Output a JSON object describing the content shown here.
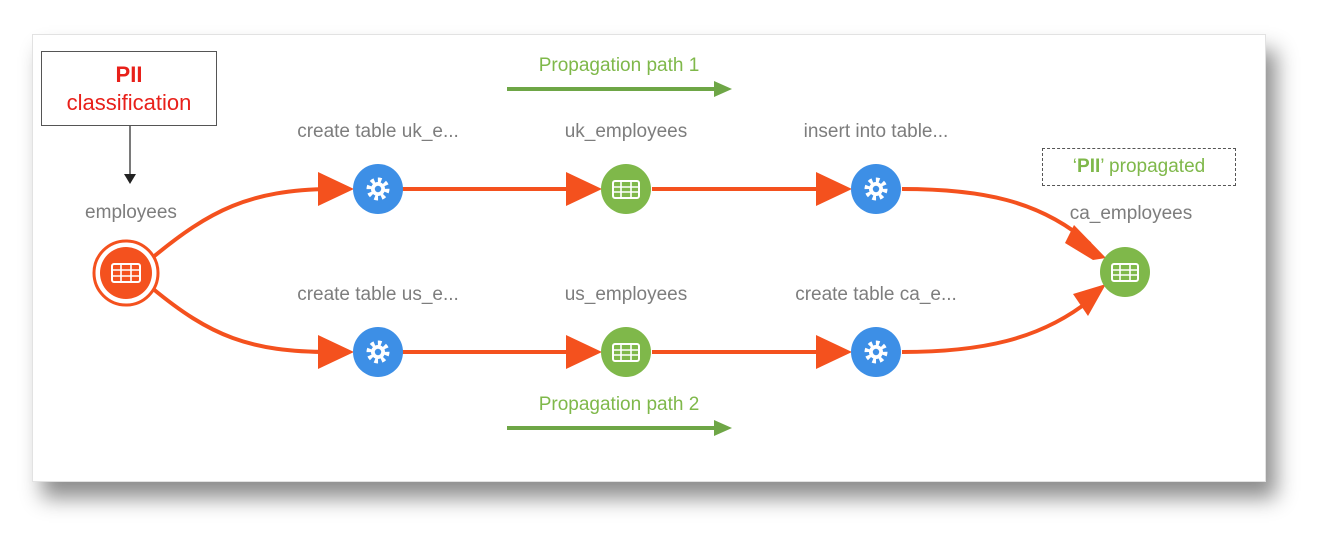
{
  "annotations": {
    "pii_classification": {
      "line1": "PII",
      "line2": "classification"
    },
    "pii_propagated": {
      "open_quote": "‘",
      "strong": "PII",
      "rest": "’ propagated"
    }
  },
  "paths": {
    "path1_label": "Propagation path 1",
    "path2_label": "Propagation path 2"
  },
  "nodes": {
    "source": {
      "label": "employees",
      "type": "table",
      "icon": "table-icon"
    },
    "top": [
      {
        "label": "create table uk_e...",
        "type": "process",
        "icon": "gear-icon"
      },
      {
        "label": "uk_employees",
        "type": "table",
        "icon": "table-icon"
      },
      {
        "label": "insert into table...",
        "type": "process",
        "icon": "gear-icon"
      }
    ],
    "bottom": [
      {
        "label": "create table us_e...",
        "type": "process",
        "icon": "gear-icon"
      },
      {
        "label": "us_employees",
        "type": "table",
        "icon": "table-icon"
      },
      {
        "label": "create table ca_e...",
        "type": "process",
        "icon": "gear-icon"
      }
    ],
    "target": {
      "label": "ca_employees",
      "type": "table",
      "icon": "table-icon"
    }
  },
  "colors": {
    "edge": "#f4511e",
    "process": "#3d8fe6",
    "table": "#7fb84a",
    "source": "#f4511e",
    "label": "#7d7d7d",
    "path_arrow": "#6ea646",
    "annotation_red": "#e8201a"
  }
}
